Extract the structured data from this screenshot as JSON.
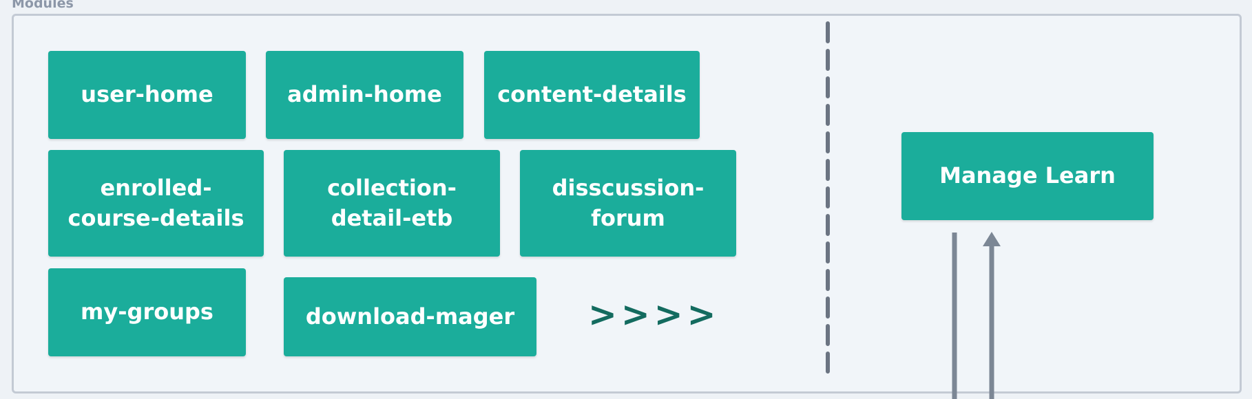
{
  "group": {
    "label": "Modules"
  },
  "modules": {
    "user_home": "user-home",
    "admin_home": "admin-home",
    "content_details": "content-details",
    "enrolled_course_details": "enrolled-\ncourse-details",
    "collection_detail_etb": "collection-\ndetail-etb",
    "disscussion_forum": "disscussion-\nforum",
    "my_groups": "my-groups",
    "download_mager": "download-mager"
  },
  "more_indicator": ">>>>",
  "manage_learn": {
    "label": "Manage Learn"
  },
  "colors": {
    "module_fill": "#1bad9b",
    "module_text": "#ffffff",
    "more_text": "#136b5f",
    "frame_border": "#c3cad4",
    "divider": "#6b7482",
    "arrow": "#7c8795"
  }
}
